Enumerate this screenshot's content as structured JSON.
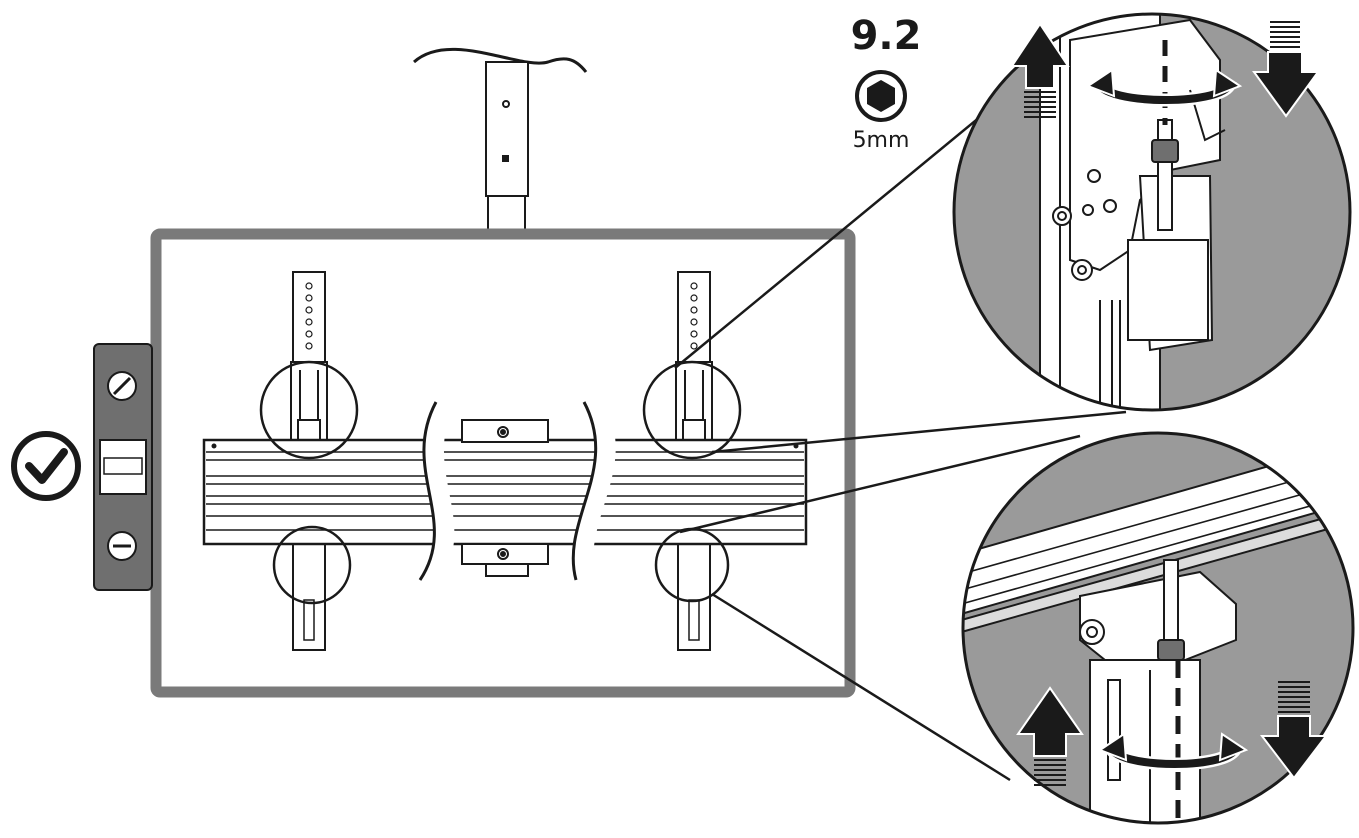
{
  "step": {
    "number": "9.2",
    "tool_icon": "hex-key-icon",
    "tool_size": "5mm"
  },
  "level_check": {
    "icon": "checkmark-icon",
    "status": "level"
  },
  "colors": {
    "line": "#1a1a1a",
    "panel_frame": "#7a7a7a",
    "zoom_fill": "#9a9a9a",
    "part_fill": "#ffffff",
    "level_body": "#6f6f6f"
  },
  "details": [
    {
      "id": "upper-right-bracket",
      "icons": [
        "arrow-up-icon",
        "rotate-icon",
        "arrow-down-icon"
      ]
    },
    {
      "id": "lower-right-bracket",
      "icons": [
        "arrow-up-icon",
        "rotate-icon",
        "arrow-down-icon"
      ]
    }
  ]
}
